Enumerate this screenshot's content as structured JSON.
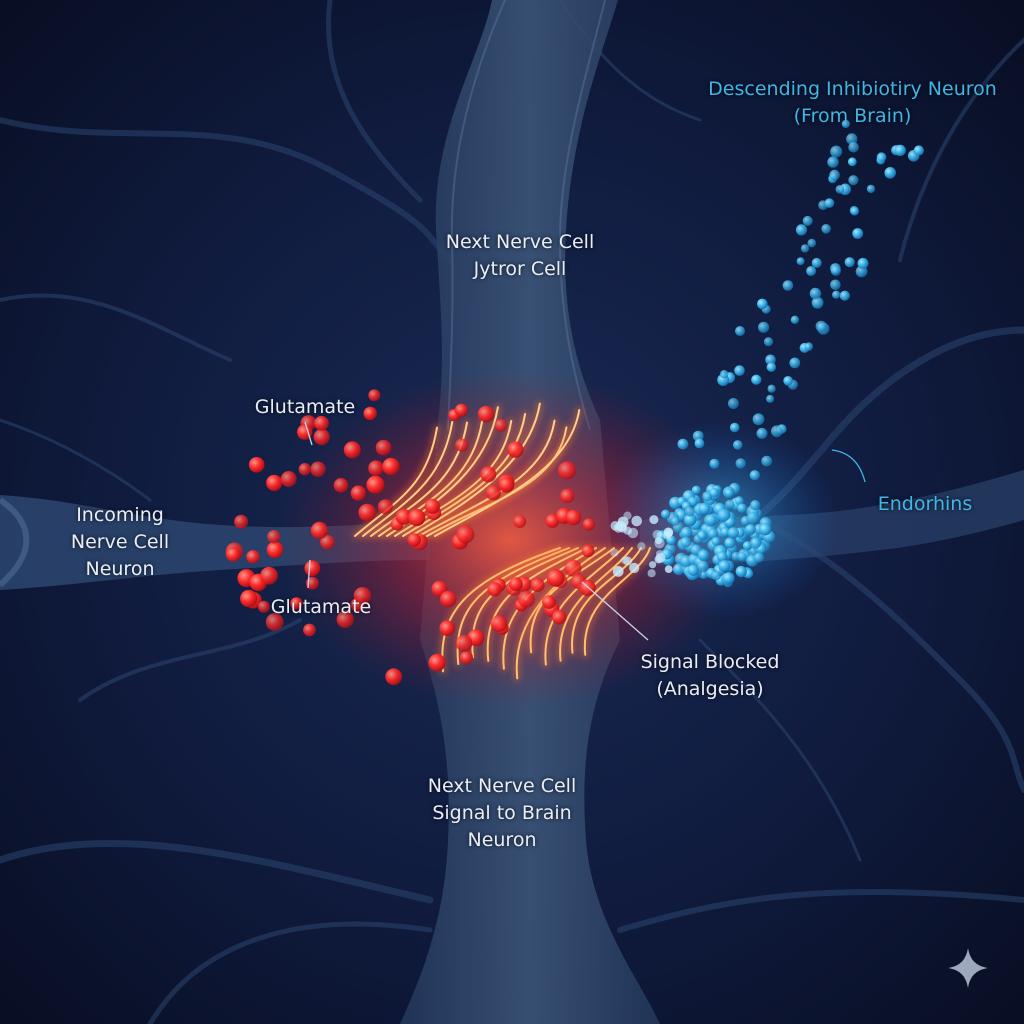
{
  "labels": {
    "next_cell_top": [
      "Next Nerve Cell",
      "Jytror Cell"
    ],
    "glutamate_top": "Glutamate",
    "incoming": [
      "Incoming",
      "Nerve Cell",
      "Neuron"
    ],
    "glutamate_bottom": "Glutamate",
    "signal_blocked": [
      "Signal Blocked",
      "(Analgesia)"
    ],
    "next_cell_bottom": [
      "Next Nerve Cell",
      "Signal to Brain",
      "Neuron"
    ],
    "endorphins": "Endorhins",
    "descending": [
      "Descending Inhibiotiry Neuron",
      "(From Brain)"
    ]
  },
  "colors": {
    "background": "#0b1128",
    "neuron": "#3c5578",
    "glutamate": "#ff2a2a",
    "endorphin": "#39b7ee",
    "synapse_glow": "#ffb060",
    "label_text": "#e8eef8",
    "label_accent": "#3fb6e6"
  },
  "icons": [
    "sparkle-icon"
  ]
}
